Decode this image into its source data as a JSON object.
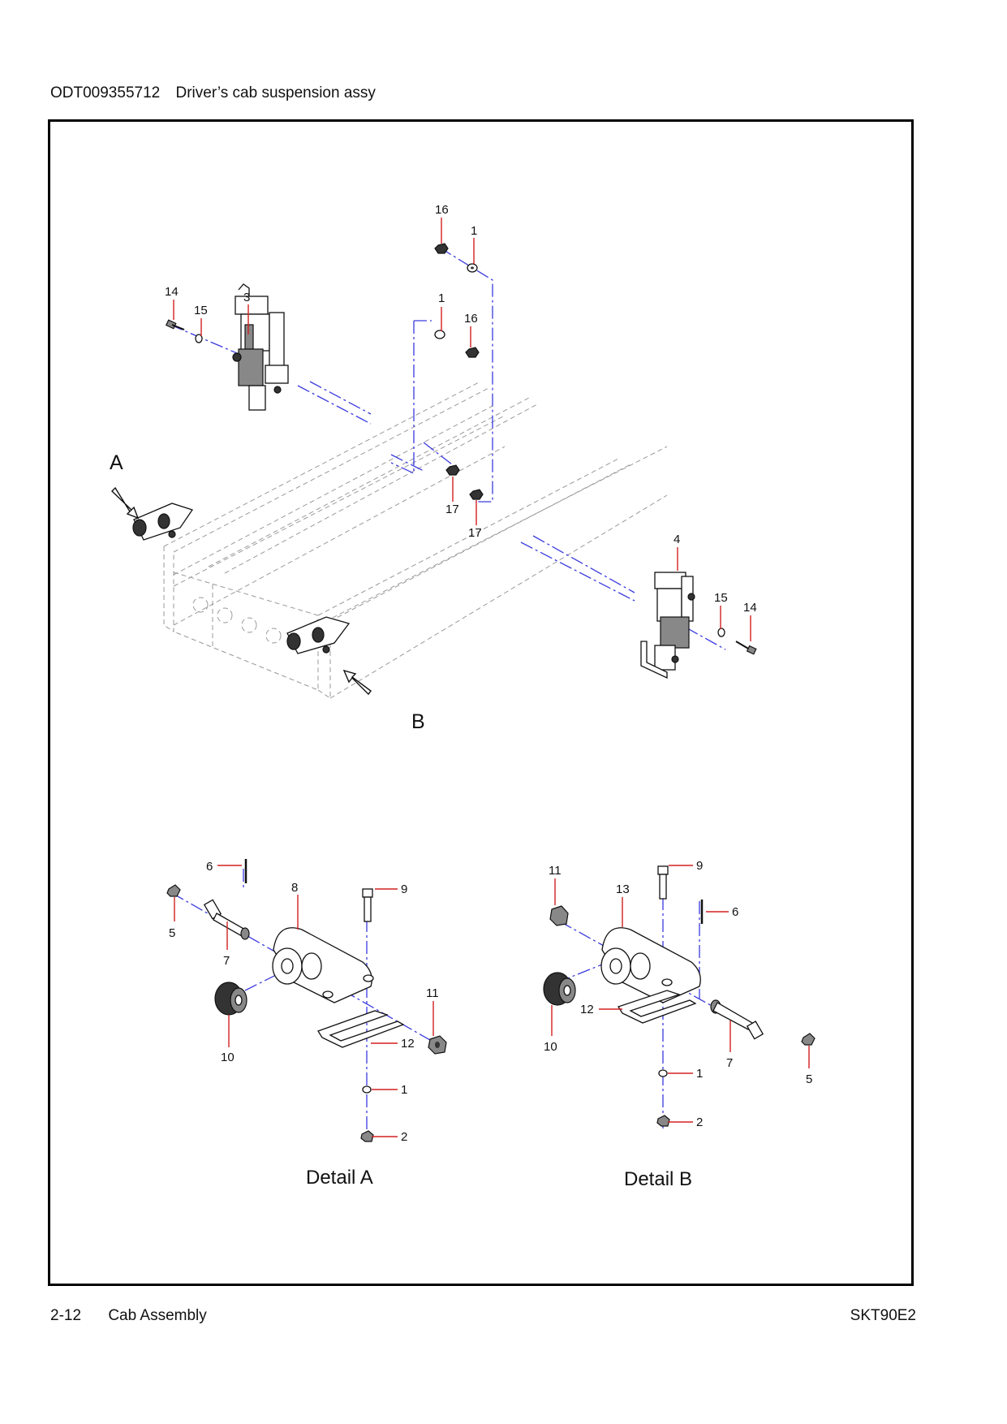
{
  "header": {
    "code": "ODT009355712",
    "title": "Driver’s cab suspension assy"
  },
  "footer": {
    "page": "2-12",
    "section": "Cab Assembly",
    "model": "SKT90E2"
  },
  "views": {
    "view_a": "A",
    "view_b": "B"
  },
  "details": {
    "detail_a": "Detail A",
    "detail_b": "Detail B"
  },
  "callouts": {
    "top": [
      "16",
      "1",
      "14",
      "15",
      "3",
      "1",
      "16",
      "17",
      "17",
      "4",
      "15",
      "14"
    ],
    "detail_a": [
      "6",
      "8",
      "9",
      "5",
      "7",
      "11",
      "10",
      "12",
      "1",
      "2"
    ],
    "detail_b": [
      "11",
      "9",
      "13",
      "6",
      "12",
      "10",
      "7",
      "5",
      "1",
      "2"
    ]
  },
  "icons": [
    "view-arrow-icon",
    "bolt-icon",
    "washer-icon",
    "nut-icon",
    "cab-mount-icon",
    "bracket-icon",
    "bushing-icon",
    "pin-icon"
  ]
}
